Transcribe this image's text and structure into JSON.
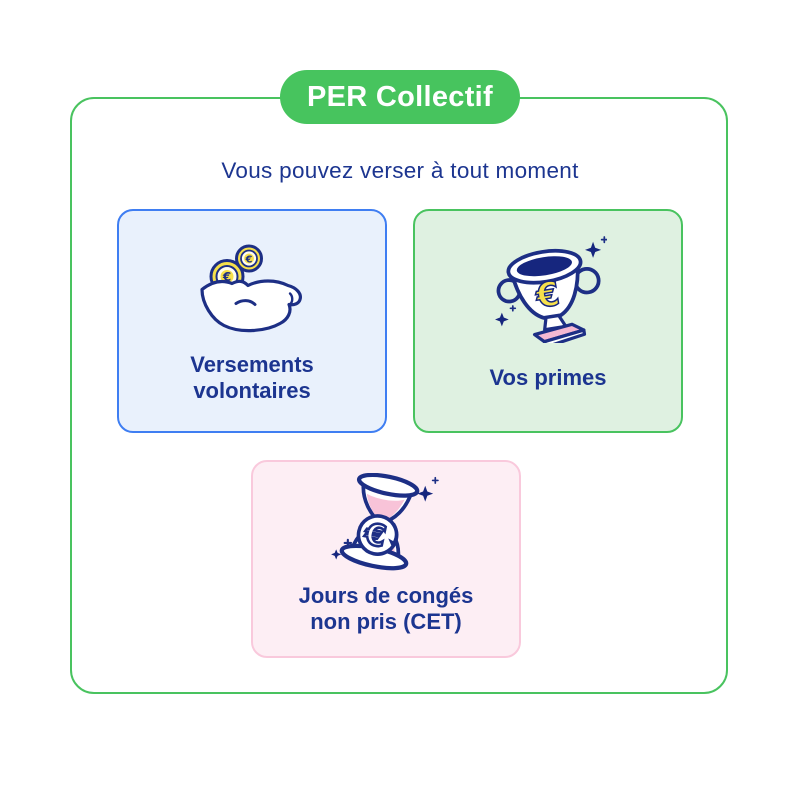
{
  "badge": {
    "label": "PER Collectif"
  },
  "header": {
    "subtitle": "Vous pouvez verser à tout moment"
  },
  "cards": [
    {
      "id": "versements-volontaires",
      "label": "Versements\nvolontaires",
      "icon": "hand-coins-icon"
    },
    {
      "id": "vos-primes",
      "label": "Vos primes",
      "icon": "trophy-euro-icon"
    },
    {
      "id": "jours-conges-cet",
      "label": "Jours de congés\nnon pris (CET)",
      "icon": "hourglass-euro-icon"
    }
  ],
  "colors": {
    "accent_green": "#49c35f",
    "navy_text": "#1c3590",
    "icon_navy": "#1d2f85",
    "coin_yellow": "#f6e04b",
    "card_blue_bg": "#e9f1fc",
    "card_blue_border": "#3f7ef2",
    "card_green_bg": "#dff1e1",
    "card_pink_bg": "#fdeef4",
    "card_pink_border": "#f9c9dc",
    "icon_pink": "#f8c3d8"
  }
}
